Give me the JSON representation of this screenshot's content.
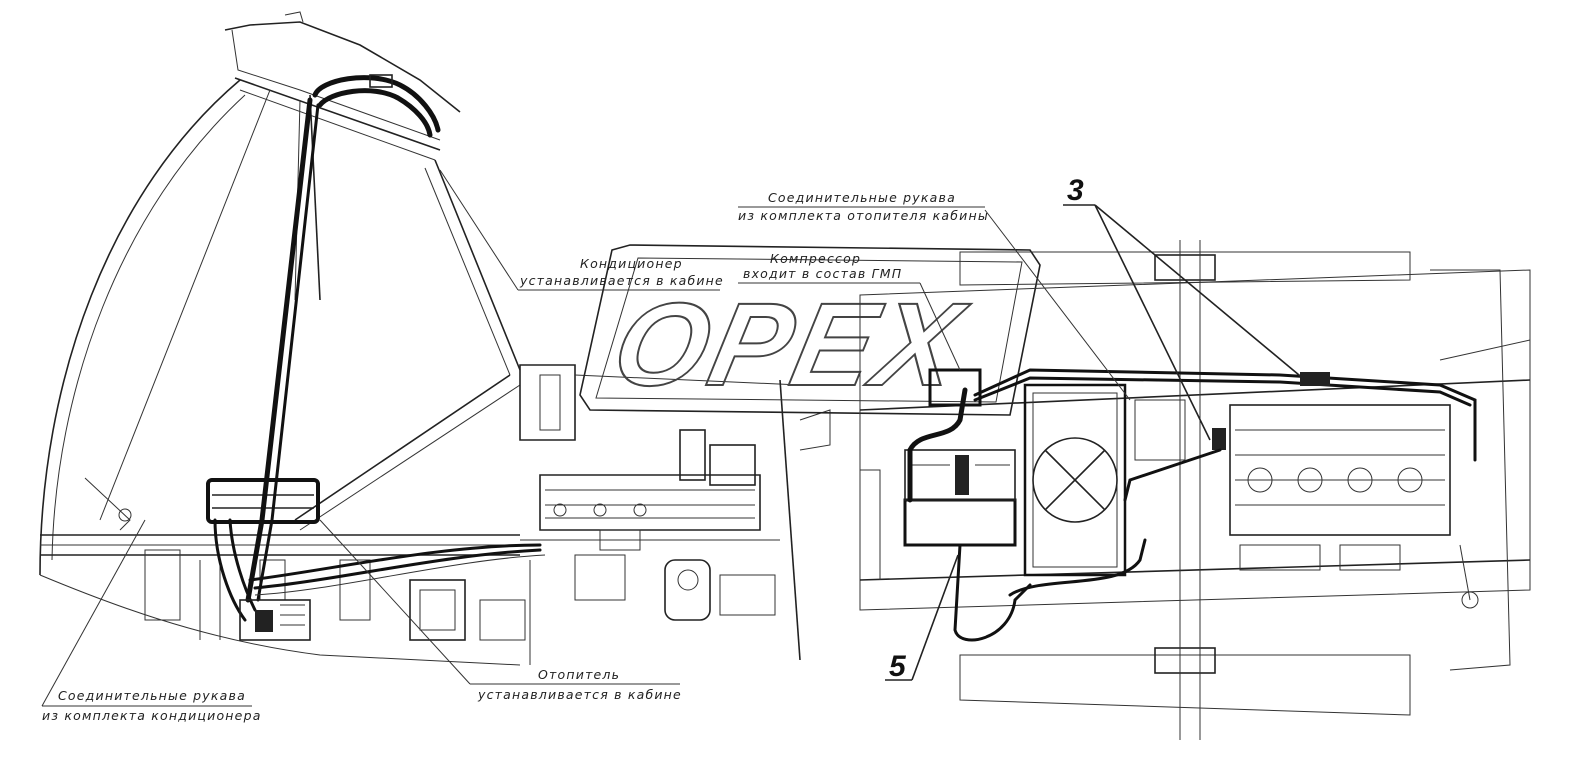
{
  "watermark": "OPEX",
  "labels": {
    "conditioner_line1": "Кондиционер",
    "conditioner_line2": "устанавливается в кабине",
    "heater_hoses_line1": "Соединительные рукава",
    "heater_hoses_line2": "из комплекта отопителя кабины",
    "compressor_line1": "Компрессор",
    "compressor_line2": "входит в состав ГМП",
    "heater_line1": "Отопитель",
    "heater_line2": "устанавливается в кабине",
    "cond_hoses_line1": "Соединительные рукава",
    "cond_hoses_line2": "из комплекта кондиционера"
  },
  "callouts": {
    "item3": "3",
    "item5": "5"
  },
  "colors": {
    "line": "#222222",
    "background": "#ffffff"
  }
}
